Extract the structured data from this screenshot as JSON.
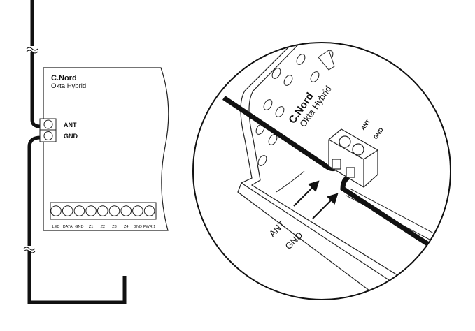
{
  "left": {
    "brand": "C.Nord",
    "model": "Okta Hybrid",
    "ant_label": "ANT",
    "gnd_label": "GND",
    "pins": [
      "LED",
      "DATA",
      "GND",
      "Z1",
      "Z2",
      "Z3",
      "Z4",
      "GND",
      "PWR 1"
    ]
  },
  "detail": {
    "brand": "C.Nord",
    "model": "Okta Hybrid",
    "block_ant": "ANT",
    "block_gnd": "GND",
    "wire_ant": "ANT",
    "wire_gnd": "GND"
  }
}
